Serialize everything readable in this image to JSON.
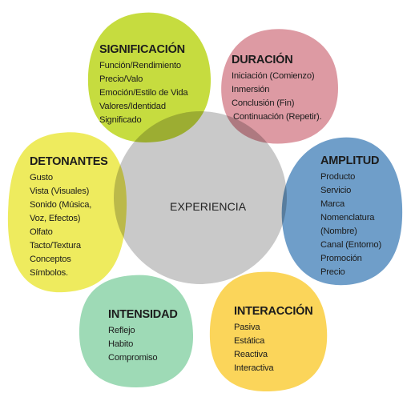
{
  "center": {
    "label": "EXPERIENCIA"
  },
  "petals": [
    {
      "id": "significacion",
      "title": "SIGNIFICACIÓN",
      "color": "#c6dc3f",
      "items": [
        "Función/Rendimiento",
        "Precio/Valo",
        "Emoción/Estilo de Vida",
        "Valores/Identidad",
        "Significado"
      ]
    },
    {
      "id": "duracion",
      "title": "DURACIÓN",
      "color": "#dd9aa3",
      "items": [
        "Iniciación (Comienzo)",
        "Inmersión",
        "Conclusión (Fin)",
        "Continuación (Repetir)."
      ]
    },
    {
      "id": "amplitud",
      "title": "AMPLITUD",
      "color": "#6f9ec9",
      "items": [
        "Producto",
        "Servicio",
        "Marca",
        "Nomenclatura",
        "(Nombre)",
        "Canal (Entorno)",
        "Promoción",
        "Precio"
      ]
    },
    {
      "id": "interaccion",
      "title": "INTERACCIÓN",
      "color": "#fbd55a",
      "items": [
        "Pasiva",
        "Estática",
        "Reactiva",
        "Interactiva"
      ]
    },
    {
      "id": "intensidad",
      "title": "INTENSIDAD",
      "color": "#9edab6",
      "items": [
        "Reflejo",
        "Habito",
        "Compromiso"
      ]
    },
    {
      "id": "detonantes",
      "title": "DETONANTES",
      "color": "#eeeb5e",
      "items": [
        "Gusto",
        "Vista (Visuales)",
        "Sonido (Música,",
        "Voz, Efectos)",
        "Olfato",
        "Tacto/Textura",
        "Conceptos",
        "Símbolos."
      ]
    }
  ],
  "hub": {
    "color": "#c9c9c9"
  }
}
